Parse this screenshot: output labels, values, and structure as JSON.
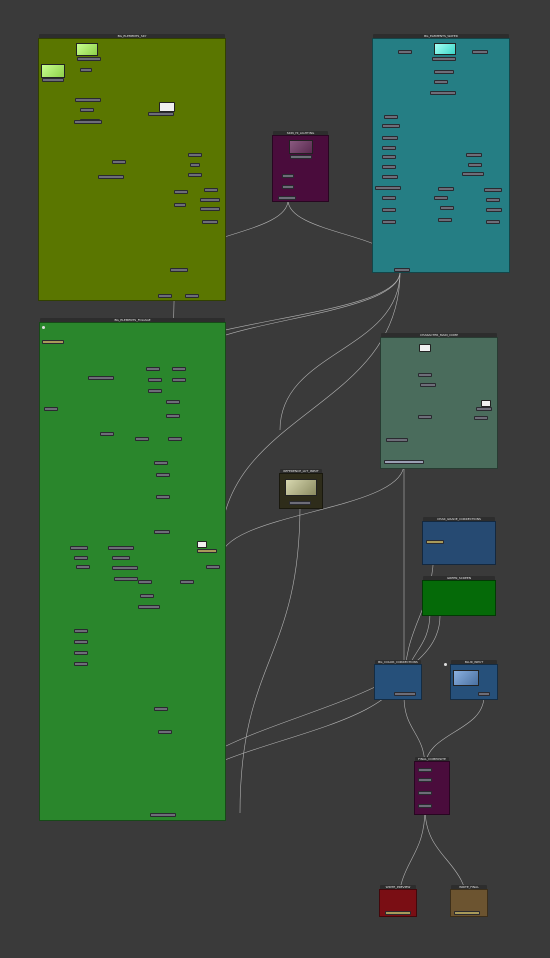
{
  "canvas": {
    "background": "#3a3a3a",
    "edge_color": "#c8c8c8"
  },
  "backdrops": [
    {
      "id": "bd1",
      "title": "BG_ELEMENTS_SKY",
      "color": "#5a7600"
    },
    {
      "id": "bd2",
      "title": "SKIN_HI_LIGHTING",
      "color": "#4a0c3c"
    },
    {
      "id": "bd3",
      "title": "BG_ELEMENTS_WATER",
      "color": "#257e84"
    },
    {
      "id": "bd4",
      "title": "BG_ELEMENTS_FOLIAGE",
      "color": "#2a862c"
    },
    {
      "id": "bd5",
      "title": "CHARACTER_MAIN_COMP",
      "color": "#4a6c5c"
    },
    {
      "id": "bd6",
      "title": "REFERENCE_LUT_INPUT",
      "color": "#2e2c1a"
    },
    {
      "id": "bd7",
      "title": "CHAR_GRADE_CORRECTIONS",
      "color": "#264a72"
    },
    {
      "id": "bd8",
      "title": "GREEN_SCREEN",
      "color": "#056a08"
    },
    {
      "id": "bd9",
      "title": "BG_COLOR_CORRECTIONS",
      "color": "#26507a"
    },
    {
      "id": "bd10",
      "title": "BLUR_INPUT",
      "color": "#26507a"
    },
    {
      "id": "bd11",
      "title": "FINAL_COMPOSITE",
      "color": "#4a0c3c"
    },
    {
      "id": "bd12",
      "title": "WRITE_PREVIEW",
      "color": "#7a0e14"
    },
    {
      "id": "bd13",
      "title": "WRITE_FINAL",
      "color": "#6c5430"
    }
  ]
}
